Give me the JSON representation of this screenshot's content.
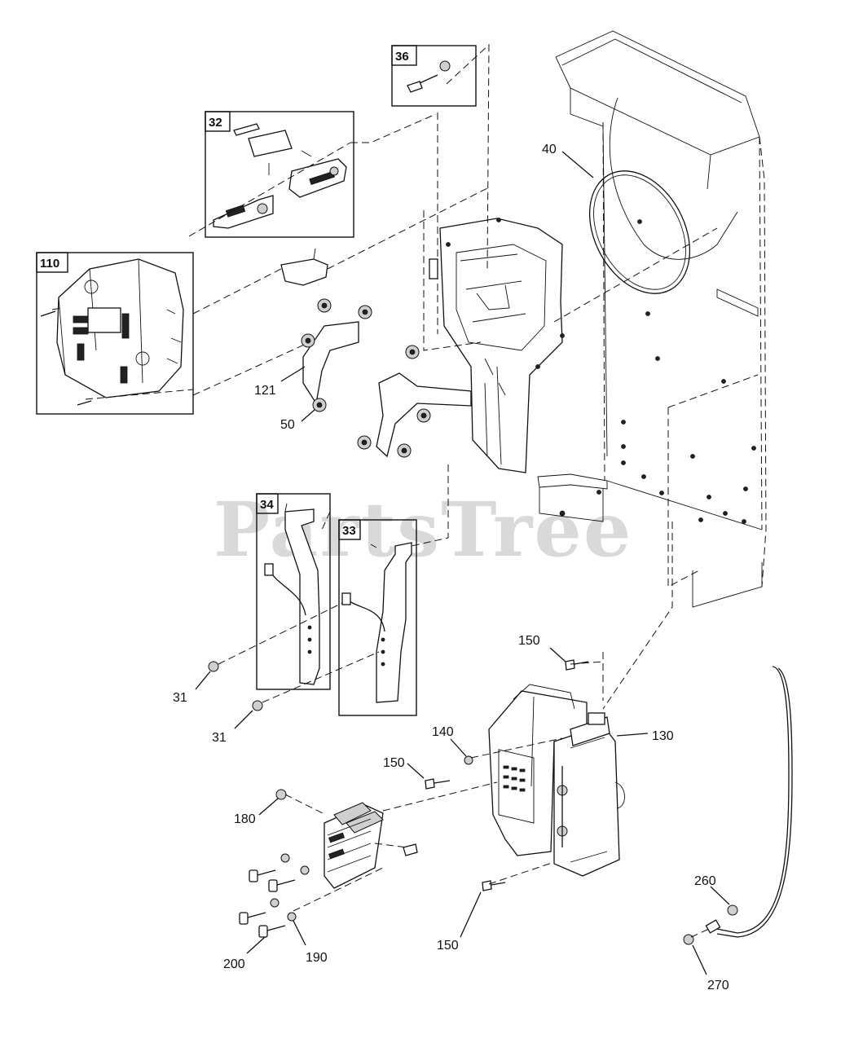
{
  "watermark": "PartsTree",
  "boxed_callouts": [
    {
      "id": "36",
      "label": "36"
    },
    {
      "id": "32",
      "label": "32"
    },
    {
      "id": "110",
      "label": "110"
    },
    {
      "id": "34",
      "label": "34"
    },
    {
      "id": "33",
      "label": "33"
    }
  ],
  "callouts": [
    {
      "id": "c40",
      "label": "40"
    },
    {
      "id": "c121",
      "label": "121"
    },
    {
      "id": "c50",
      "label": "50"
    },
    {
      "id": "c31a",
      "label": "31"
    },
    {
      "id": "c31b",
      "label": "31"
    },
    {
      "id": "c150a",
      "label": "150"
    },
    {
      "id": "c140",
      "label": "140"
    },
    {
      "id": "c130",
      "label": "130"
    },
    {
      "id": "c150b",
      "label": "150"
    },
    {
      "id": "c180",
      "label": "180"
    },
    {
      "id": "c200",
      "label": "200"
    },
    {
      "id": "c190",
      "label": "190"
    },
    {
      "id": "c150c",
      "label": "150"
    },
    {
      "id": "c260",
      "label": "260"
    },
    {
      "id": "c270",
      "label": "270"
    }
  ]
}
